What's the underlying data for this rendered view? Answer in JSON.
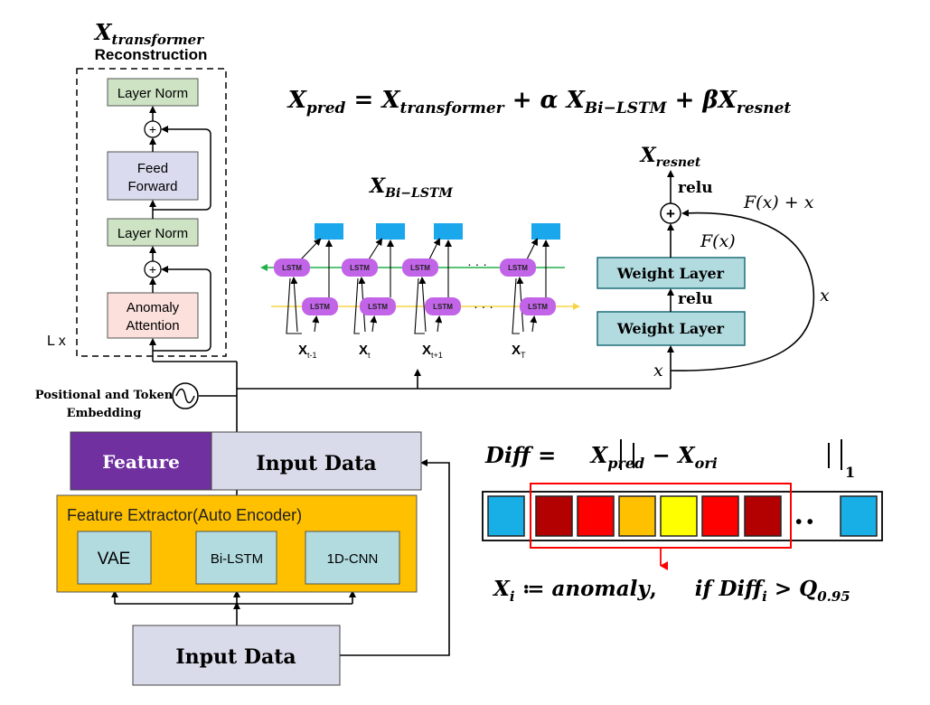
{
  "transformer": {
    "title_main": "X",
    "title_sub": "transformer",
    "title_line2": "Reconstruction",
    "layer_norm_top": "Layer Norm",
    "feed_forward_line1": "Feed",
    "feed_forward_line2": "Forward",
    "layer_norm_mid": "Layer Norm",
    "anomaly_line1": "Anomaly",
    "anomaly_line2": "Attention",
    "repeat_label": "L x",
    "add_symbol": "+"
  },
  "embedding": {
    "line1": "Positional and Token",
    "line2": "Embedding"
  },
  "formula_pred": {
    "lhs": "X",
    "lhs_sub": "pred",
    "eq": " = ",
    "t1": "X",
    "t1_sub": "transformer",
    "plus1": " + ",
    "alpha": "α ",
    "t2": "X",
    "t2_sub": "Bi−LSTM",
    "plus2": " + ",
    "beta": "β",
    "t3": "X",
    "t3_sub": "resnet"
  },
  "bilstm": {
    "title_main": "X",
    "title_sub": "Bi−LSTM",
    "cell_label": "LSTM",
    "ellipsis": "· · ·",
    "inputs": [
      {
        "main": "X",
        "sub": "t-1"
      },
      {
        "main": "X",
        "sub": "t"
      },
      {
        "main": "X",
        "sub": "t+1"
      },
      {
        "main": "X",
        "sub": "T"
      }
    ],
    "colors": {
      "cell": "#c264e8",
      "output": "#1aa7ec",
      "backward_arrow": "#22b04b",
      "forward_arrow": "#f5d547"
    }
  },
  "resnet": {
    "title_main": "X",
    "title_sub": "resnet",
    "relu_top": "relu",
    "skip_label": "F(x) + x",
    "fx_label": "F(x)",
    "weight_layer_1": "Weight Layer",
    "relu_mid": "relu",
    "weight_layer_2": "Weight Layer",
    "x_right": "x",
    "x_bottom": "x",
    "add_symbol": "+",
    "colors": {
      "weight_layer": "#b2dbe0"
    }
  },
  "feature_bar": {
    "feature_label": "Feature",
    "input_label": "Input Data",
    "colors": {
      "feature": "#7030a0",
      "input": "#dadbea"
    }
  },
  "extractor": {
    "title": "Feature Extractor(Auto Encoder)",
    "modules": [
      "VAE",
      "Bi-LSTM",
      "1D-CNN"
    ],
    "colors": {
      "background": "#ffc000",
      "module": "#b2dbe0"
    }
  },
  "bottom_input": {
    "label": "Input Data"
  },
  "diff": {
    "lhs": "Diff",
    "eq": " = ",
    "x1": "X",
    "x1_sub": "pred",
    "minus": " − ",
    "x2": "X",
    "x2_sub": "ori",
    "norm_sub": "1",
    "cell_colors": [
      "#18aee6",
      "#b30000",
      "#ff0000",
      "#ffc000",
      "#ffff00",
      "#ff0000",
      "#b30000",
      "#18aee6"
    ],
    "ellipsis": "• •",
    "highlight_color": "#ff0000"
  },
  "anomaly_rule": {
    "xi": "X",
    "xi_sub": "i",
    "assign": " ≔ ",
    "word": "anomaly",
    "comma": ",",
    "if_word": "if ",
    "diff": "Diff",
    "diff_sub": "i",
    "gt": " > ",
    "q": "Q",
    "q_sub": "0.95"
  }
}
